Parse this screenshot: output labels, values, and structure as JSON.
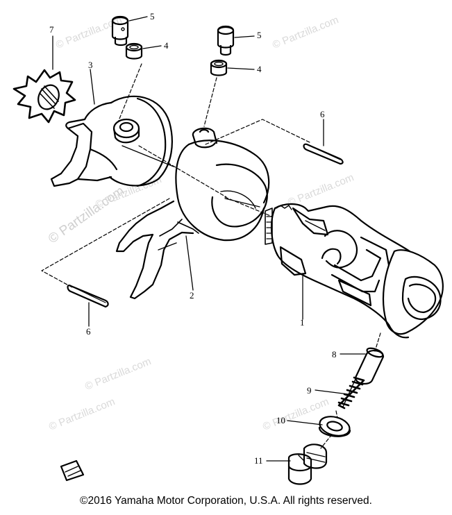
{
  "callouts": {
    "c1": "1",
    "c2": "2",
    "c3": "3",
    "c4a": "4",
    "c4b": "4",
    "c5a": "5",
    "c5b": "5",
    "c6a": "6",
    "c6b": "6",
    "c7": "7",
    "c8": "8",
    "c9": "9",
    "c10": "10",
    "c11": "11"
  },
  "watermark": {
    "text": "© Partzilla.com"
  },
  "footer": {
    "copyright": "©2016 Yamaha Motor Corporation, U.S.A. All rights reserved."
  },
  "colors": {
    "line": "#000000",
    "watermark": "#d9d9d9",
    "background": "#ffffff"
  }
}
